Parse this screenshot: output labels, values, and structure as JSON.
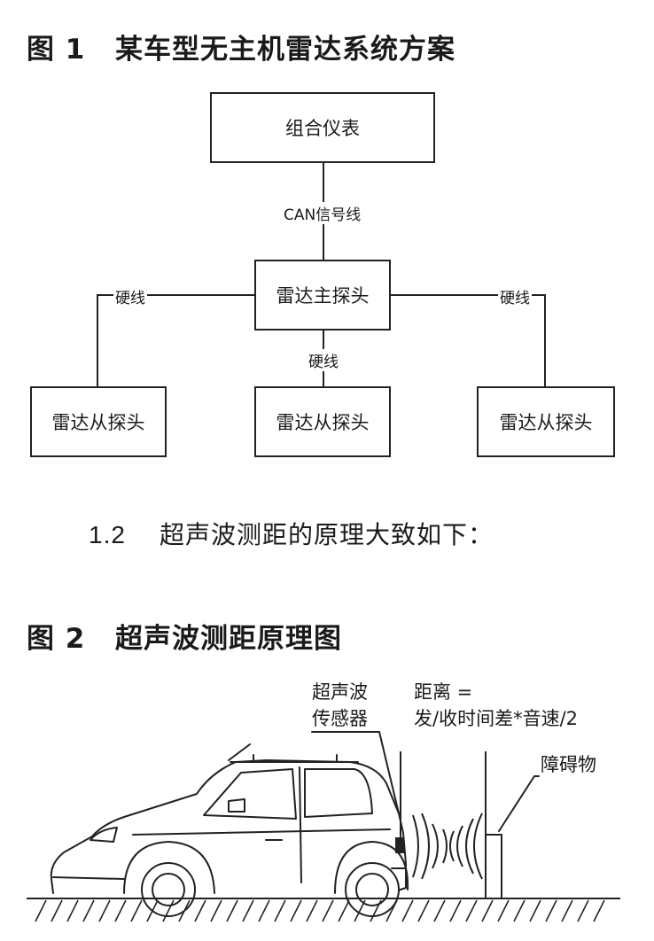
{
  "figure1": {
    "number": "图 1",
    "title": "某车型无主机雷达系统方案",
    "top_box": "组合仪表",
    "bus_label": "CAN信号线",
    "main_box": "雷达主探头",
    "wire_label": "硬线",
    "slave_boxes": [
      "雷达从探头",
      "雷达从探头",
      "雷达从探头"
    ]
  },
  "section": {
    "number": "1.2",
    "text": "超声波测距的原理大致如下："
  },
  "figure2": {
    "number": "图 2",
    "title": "超声波测距原理图",
    "sensor_label_line1": "超声波",
    "sensor_label_line2": "传感器",
    "formula_line1": "距离 =",
    "formula_line2": "发/收时间差*音速/2",
    "obstacle_label": "障碍物"
  }
}
